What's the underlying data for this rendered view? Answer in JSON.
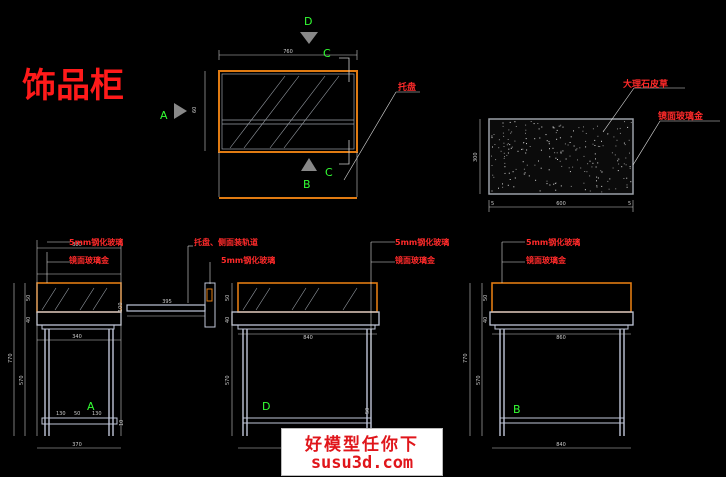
{
  "title": "饰品柜",
  "views": {
    "A": "A",
    "B": "B",
    "C": "C",
    "D": "D"
  },
  "notes": {
    "tray": "托盘",
    "marble": "大理石皮草",
    "mirror_glass": "镜面玻璃金",
    "tempered_glass": "5mm钢化玻璃",
    "mirror_gold": "镜面玻璃金",
    "tray_rail": "托盘、侧面装轨道"
  },
  "dims": {
    "top_w": "760",
    "top_d": "60",
    "marble_w": "600",
    "marble_h": "300",
    "marble_l": "5",
    "marble_r": "5",
    "front_top": "380",
    "front_mid": "340",
    "front_bot": "370",
    "tray_len": "395",
    "side_top": "860",
    "side_mid": "840",
    "right_top": "860",
    "right_bot": "840",
    "h_total": "770",
    "h_glass": "50",
    "h_frame": "40",
    "h_leg": "570",
    "h_small": "50",
    "leg_a": "130",
    "leg_b": "50",
    "leg_c": "130",
    "foot": "10",
    "tray_h": "100"
  },
  "watermark": {
    "line1": "好模型任你下",
    "line2": "susu3d.com"
  }
}
